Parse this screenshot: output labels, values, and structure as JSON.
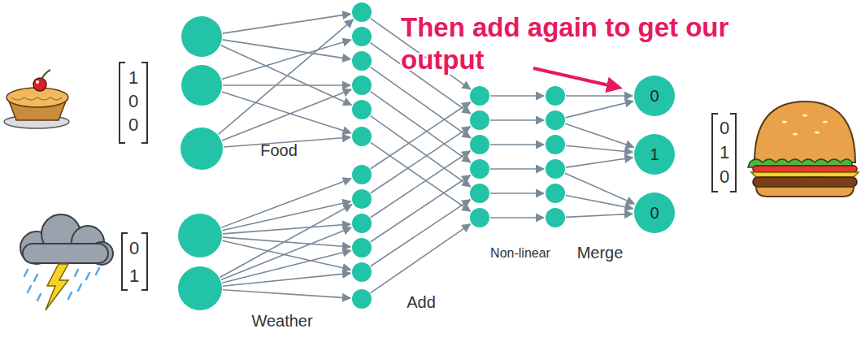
{
  "diagram": {
    "nodes": [
      {
        "text": [
          "0"
        ]
      },
      {
        "text": [
          "1"
        ]
      },
      {
        "text": [
          "0"
        ]
      }
    ],
    "labels": [
      "Then add again to get our output",
      "1",
      "0",
      "0",
      "Food",
      "0",
      "1",
      "Weather",
      "Add",
      "Non-linear",
      "Merge",
      "0",
      "1",
      "0"
    ]
  }
}
